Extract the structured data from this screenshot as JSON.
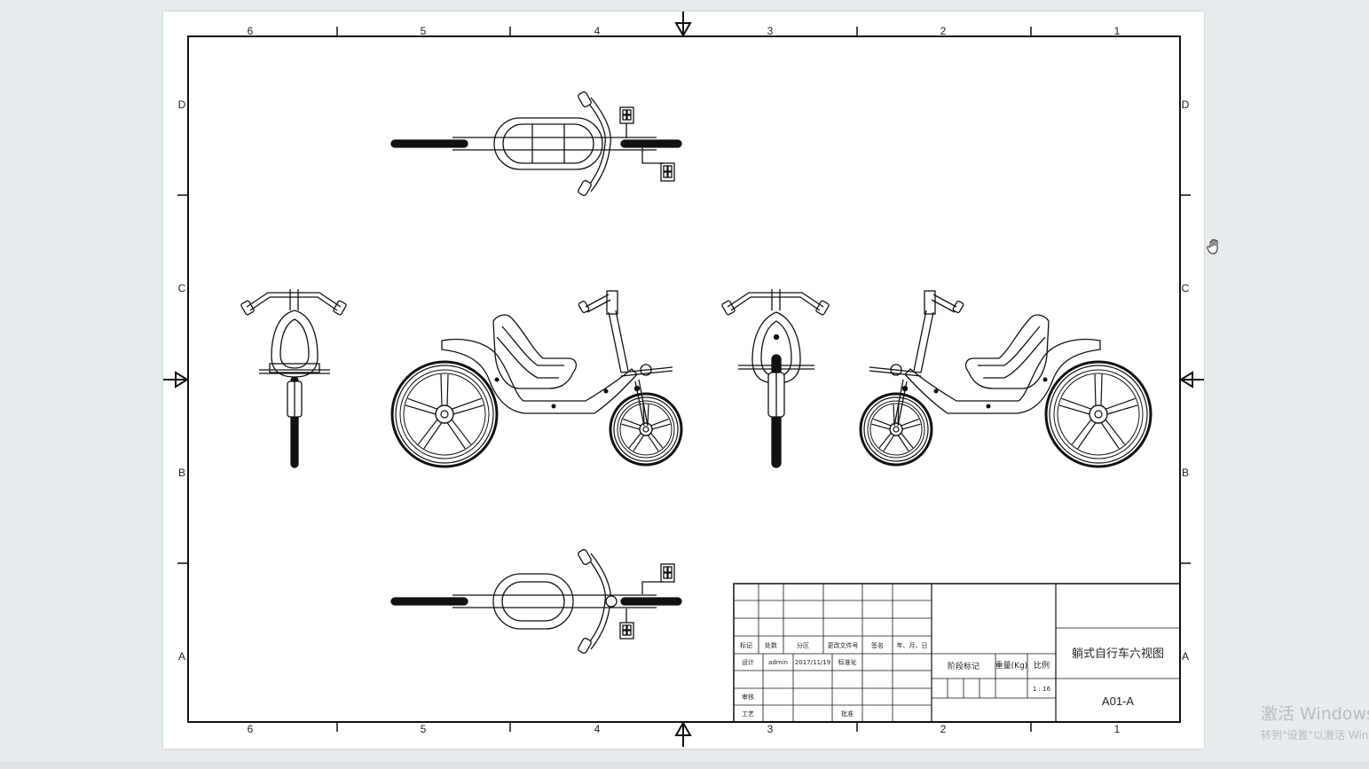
{
  "sheet": {
    "column_labels": [
      "6",
      "5",
      "4",
      "3",
      "2",
      "1"
    ],
    "row_labels": [
      "D",
      "C",
      "B",
      "A"
    ]
  },
  "title_block": {
    "rev_headers": [
      "标记",
      "处数",
      "分区",
      "更改文件号",
      "签名",
      "年、月、日"
    ],
    "design_label": "设计",
    "designer": "admin",
    "date": "2017/11/19",
    "standardize_label": "标准化",
    "review_label": "审核",
    "process_label": "工艺",
    "approve_label": "批准",
    "stage_label": "阶段标记",
    "weight_label": "重量(Kg)",
    "scale_label": "比例",
    "scale_value": "1 : 16",
    "drawing_title": "躺式自行车六视图",
    "drawing_code": "A01-A"
  },
  "watermark": {
    "title": "激活 Windows",
    "subtitle": "转到\"设置\"以激活 Windows。"
  },
  "colors": {
    "background": "#e6ebee",
    "sheet": "#ffffff",
    "line": "#111111"
  }
}
